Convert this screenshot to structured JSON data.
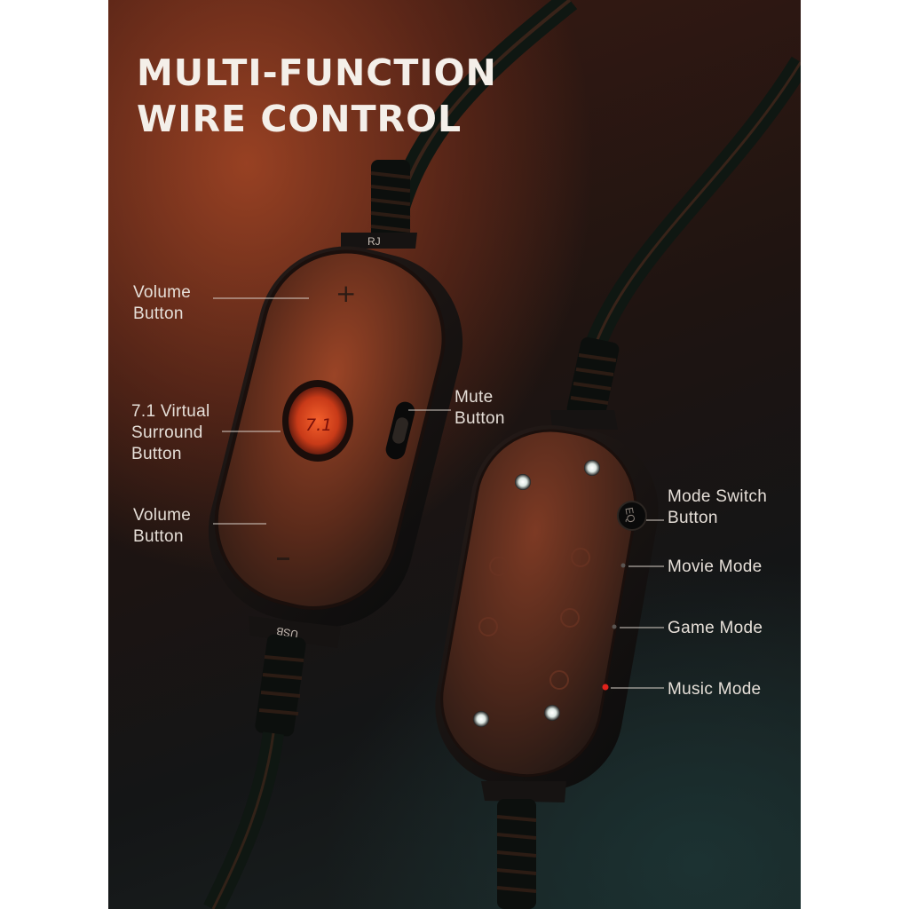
{
  "title": {
    "line1": "MULTI-FUNCTION",
    "line2": "WIRE CONTROL"
  },
  "labels": {
    "volume_up": [
      "Volume",
      "Button"
    ],
    "surround": [
      "7.1 Virtual",
      "Surround",
      "Button"
    ],
    "volume_down": [
      "Volume",
      "Button"
    ],
    "mute": [
      "Mute",
      "Button"
    ],
    "mode_switch": [
      "Mode Switch",
      "Button"
    ],
    "movie_mode": "Movie Mode",
    "game_mode": "Game Mode",
    "music_mode": "Music Mode"
  },
  "device_marks": {
    "rj": "RJ",
    "usb": "USB",
    "surround_button": "7.1",
    "eq_button": "EQ"
  },
  "colors": {
    "accent_red": "#e0221b",
    "label_text": "#e6dfd8",
    "title_text": "#f4efe9"
  }
}
